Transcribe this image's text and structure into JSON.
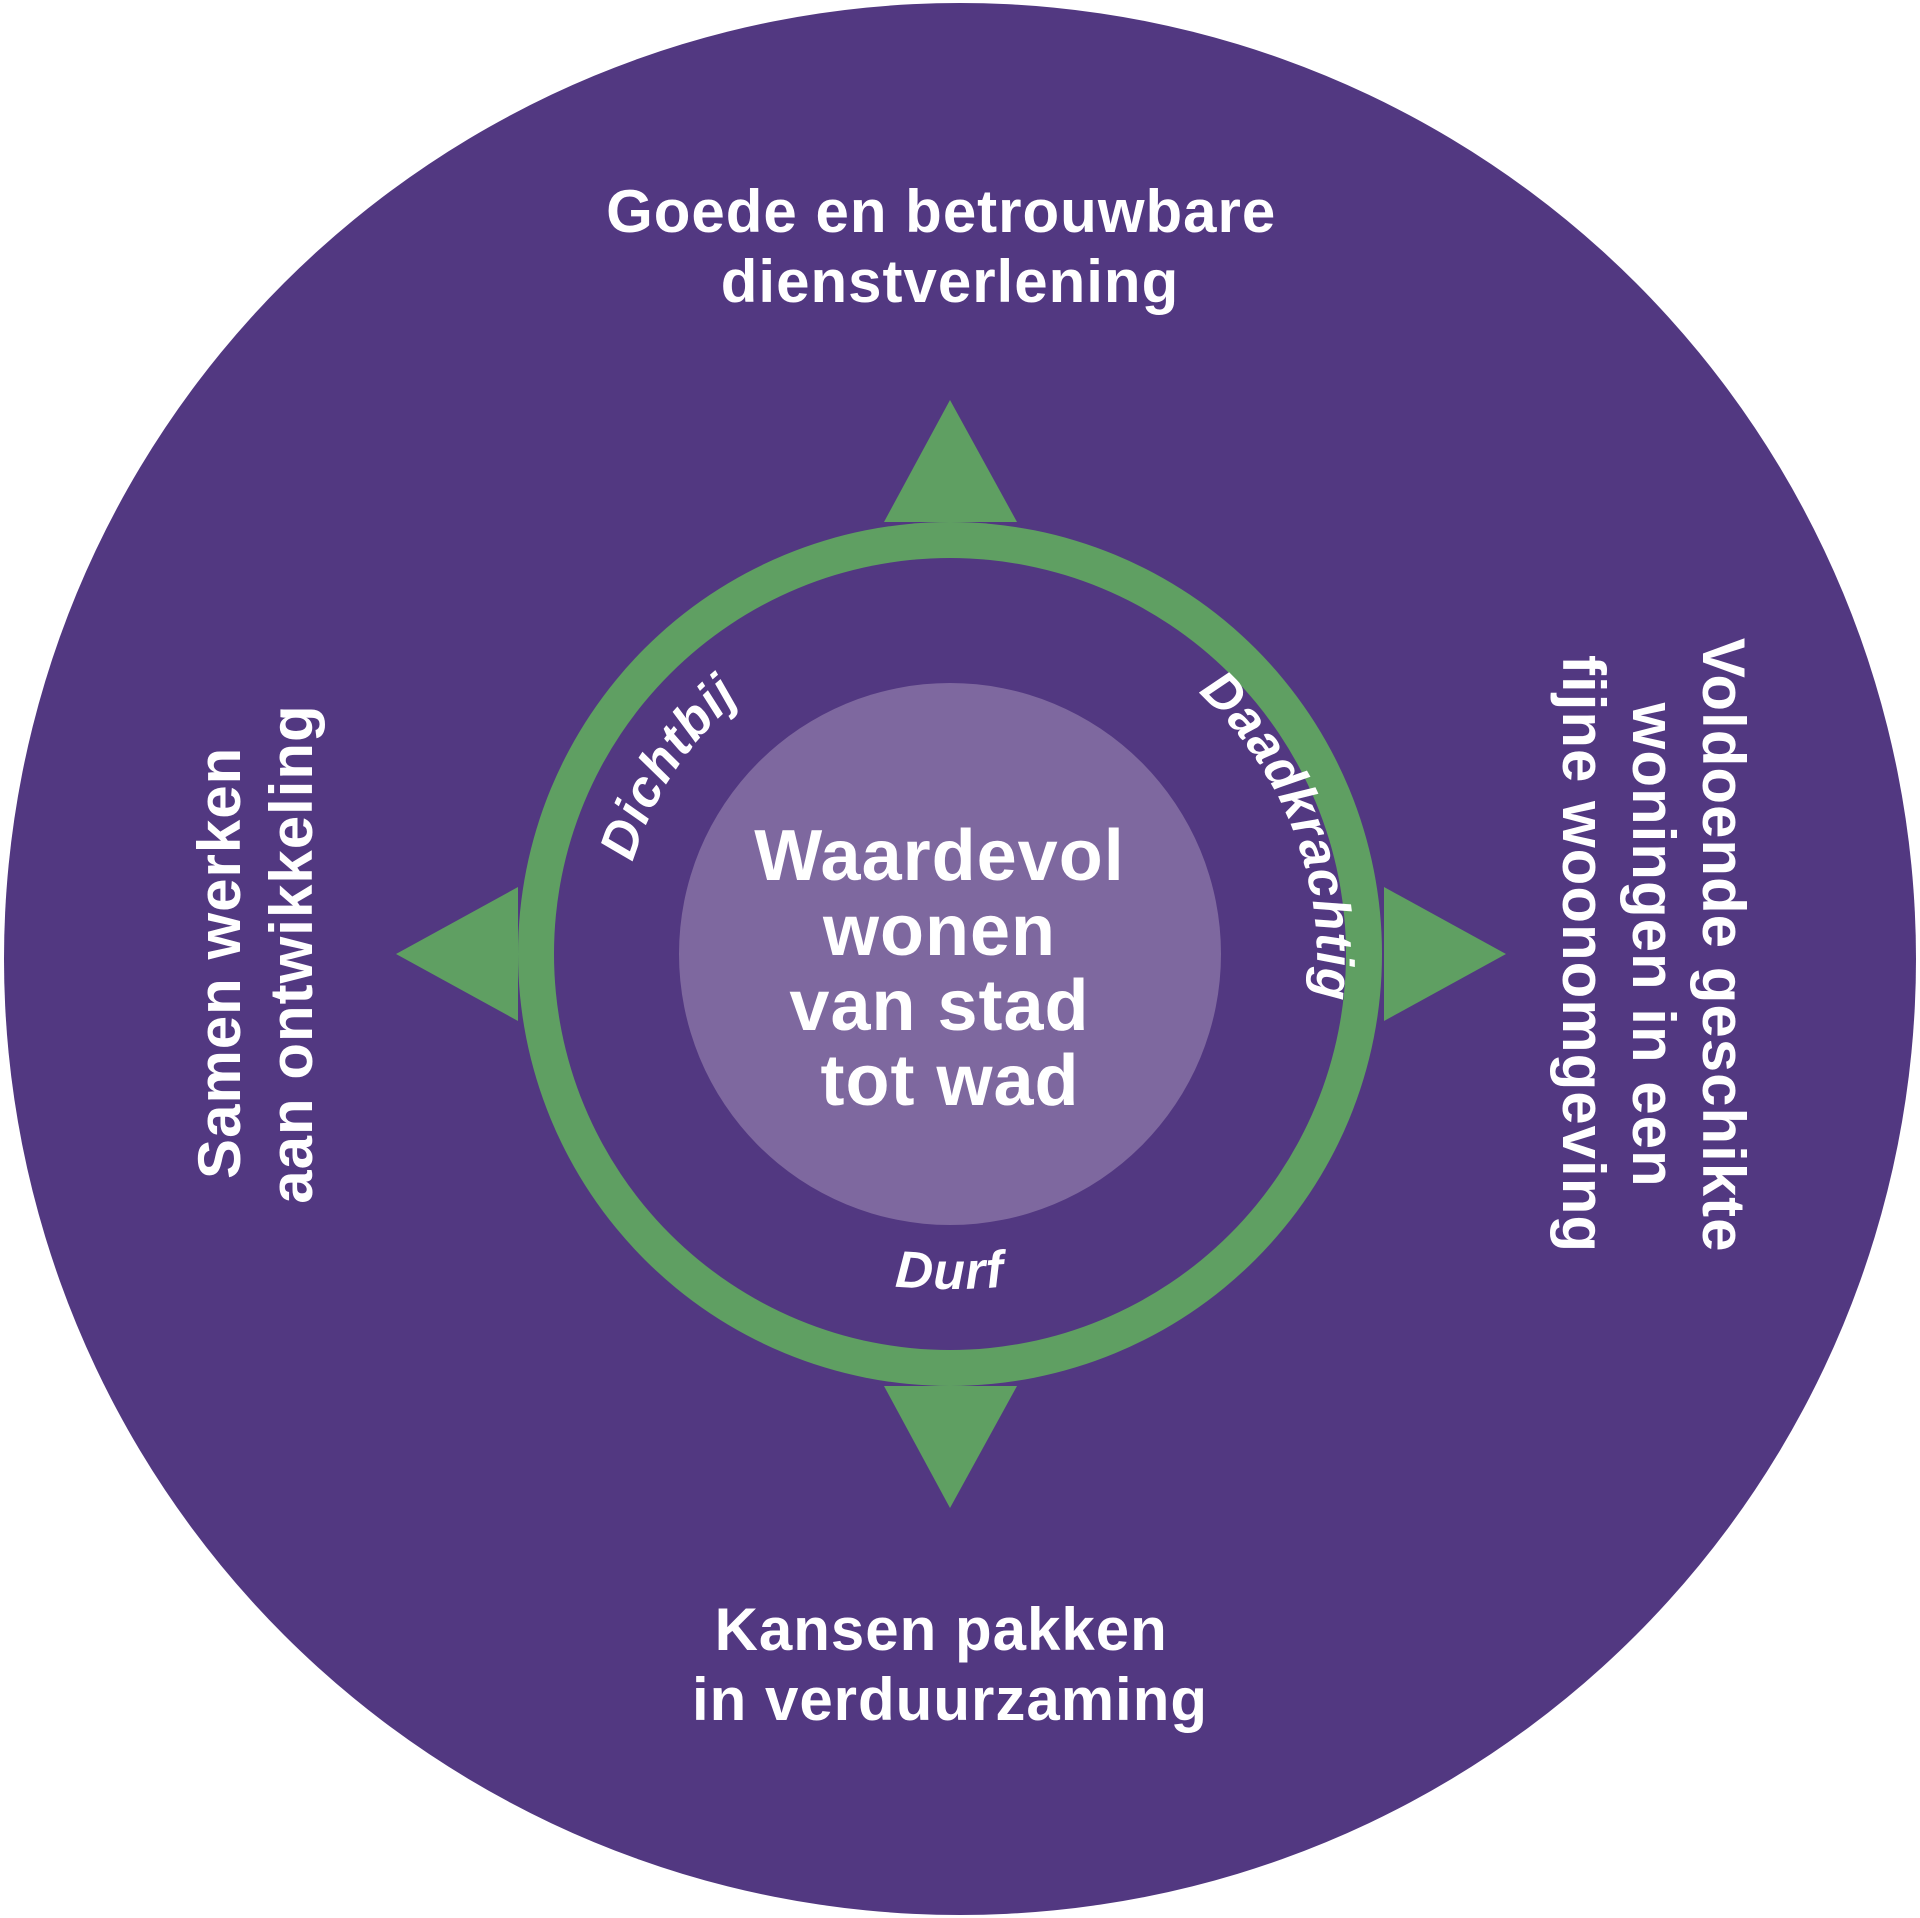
{
  "colors": {
    "outer_circle": "#523881",
    "compass": "#5f9f62",
    "inner_ring": "#523881",
    "center_circle": "#7e689f",
    "text": "#ffffff"
  },
  "outer_labels": {
    "top": [
      "Goede en betrouwbare",
      "dienstverlening"
    ],
    "bottom": [
      "Kansen pakken",
      "in verduurzaming"
    ],
    "left": [
      "Samen werken",
      "aan ontwikkeling"
    ],
    "right": [
      "Voldoende geschikte",
      "woningen in een",
      "fijne woonomgeving"
    ]
  },
  "center_label": [
    "Waardevol",
    "wonen",
    "van stad",
    "tot wad"
  ],
  "values": {
    "left": "Dichtbij",
    "right": "Daadkrachtig",
    "bottom": "Durf"
  }
}
